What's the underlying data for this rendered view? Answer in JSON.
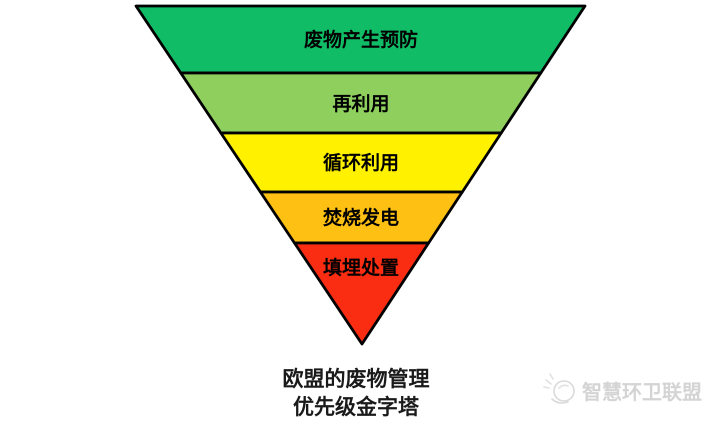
{
  "pyramid": {
    "levels": [
      {
        "label": "废物产生预防",
        "color": "#10bd66"
      },
      {
        "label": "再利用",
        "color": "#8ecf5d"
      },
      {
        "label": "循环利用",
        "color": "#fff100"
      },
      {
        "label": "焚烧发电",
        "color": "#fdc013"
      },
      {
        "label": "填埋处置",
        "color": "#fa2d13"
      }
    ],
    "outline_color": "#000000"
  },
  "caption": {
    "line1": "欧盟的废物管理",
    "line2": "优先级金字塔"
  },
  "watermark": {
    "text": "智慧环卫联盟",
    "color": "#d4d4d4",
    "logo_icon": "hand-globe-icon"
  }
}
